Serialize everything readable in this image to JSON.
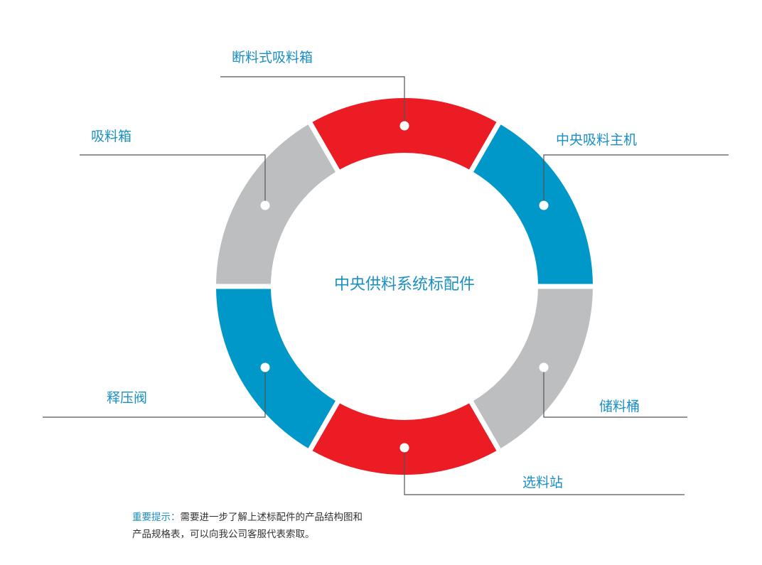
{
  "diagram": {
    "center_title": "中央供料系统标配件",
    "colors": {
      "red": "#ec1c24",
      "blue": "#0097c9",
      "gray": "#bcbec0",
      "text": "#1a8fc4",
      "line": "#555555"
    },
    "segments": [
      {
        "label": "断料式吸料箱",
        "color": "red"
      },
      {
        "label": "中央吸料主机",
        "color": "blue"
      },
      {
        "label": "储料桶",
        "color": "gray"
      },
      {
        "label": "选料站",
        "color": "red"
      },
      {
        "label": "释压阀",
        "color": "blue"
      },
      {
        "label": "吸料箱",
        "color": "gray"
      }
    ]
  },
  "note": {
    "prefix": "重要提示：",
    "line1": "需要进一步了解上述标配件的产品结构图和",
    "line2": "产品规格表，可以向我公司客服代表索取。"
  }
}
